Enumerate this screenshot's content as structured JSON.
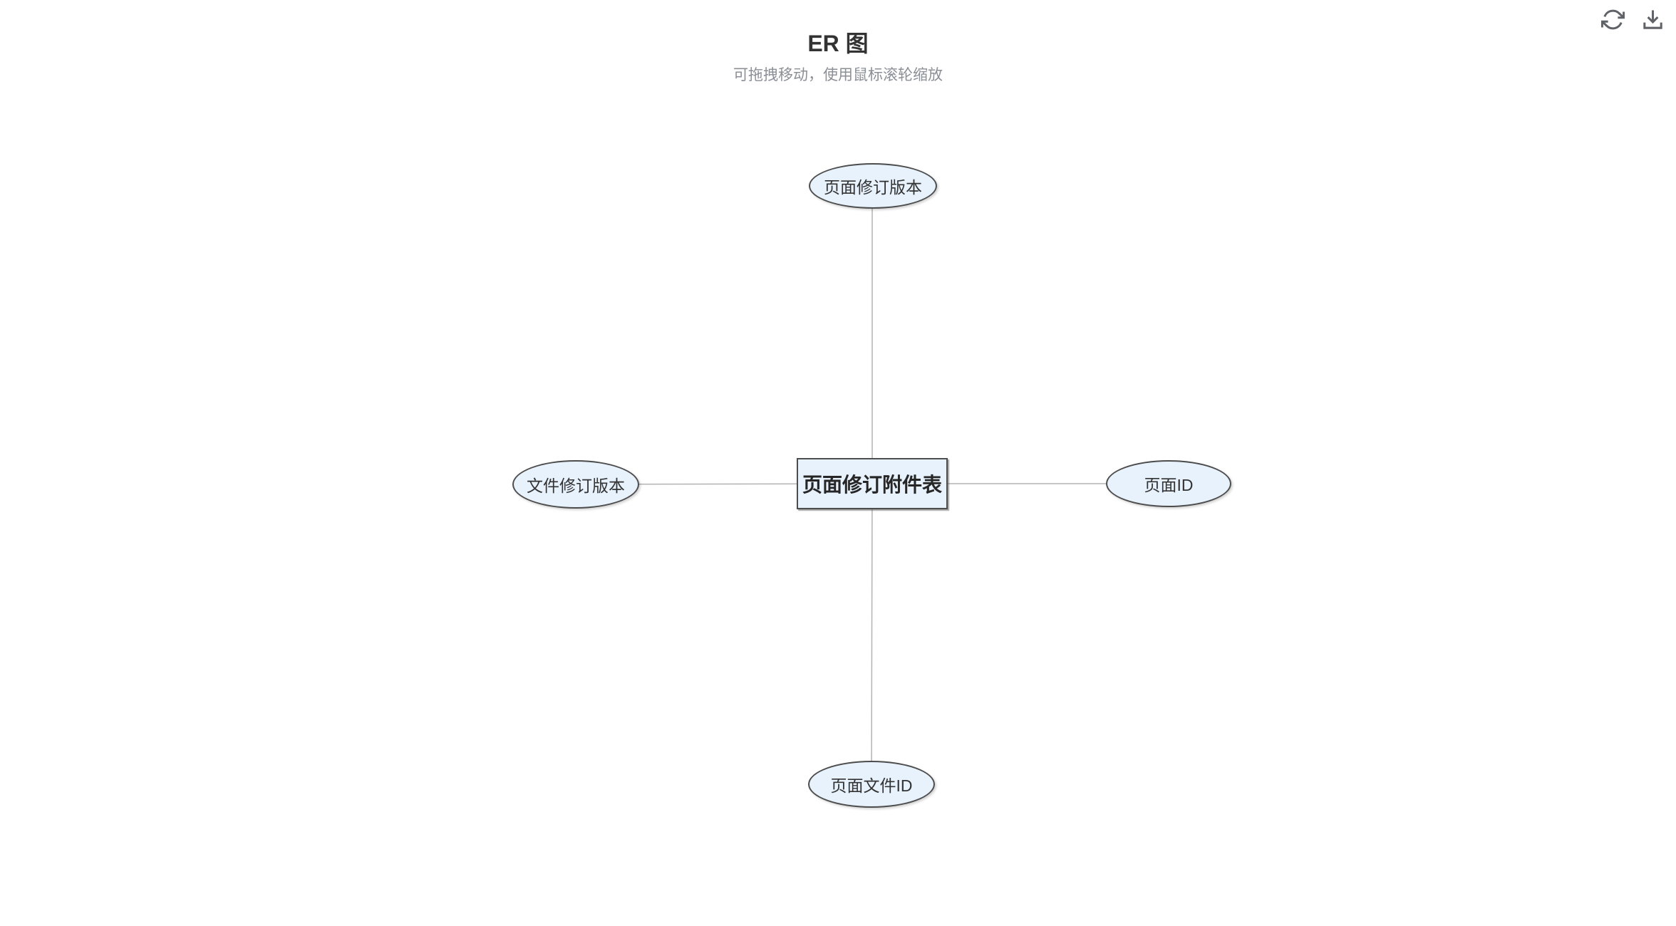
{
  "header": {
    "title": "ER 图",
    "subtitle": "可拖拽移动，使用鼠标滚轮缩放"
  },
  "toolbar": {
    "icons": [
      {
        "name": "refresh-icon"
      },
      {
        "name": "download-icon"
      }
    ]
  },
  "diagram": {
    "type": "entity-relationship",
    "entity": {
      "label": "页面修订附件表",
      "shape": "rectangle"
    },
    "attributes": [
      {
        "label": "页面修订版本",
        "shape": "ellipse",
        "position": "top"
      },
      {
        "label": "文件修订版本",
        "shape": "ellipse",
        "position": "left"
      },
      {
        "label": "页面ID",
        "shape": "ellipse",
        "position": "right"
      },
      {
        "label": "页面文件ID",
        "shape": "ellipse",
        "position": "bottom"
      }
    ],
    "colors": {
      "node_fill": "#e7f2fd",
      "node_border": "#4d4d4d",
      "connector": "#b3b3b3",
      "title_text": "#333333",
      "subtitle_text": "#8b8f96",
      "icon": "#5f6368"
    }
  }
}
